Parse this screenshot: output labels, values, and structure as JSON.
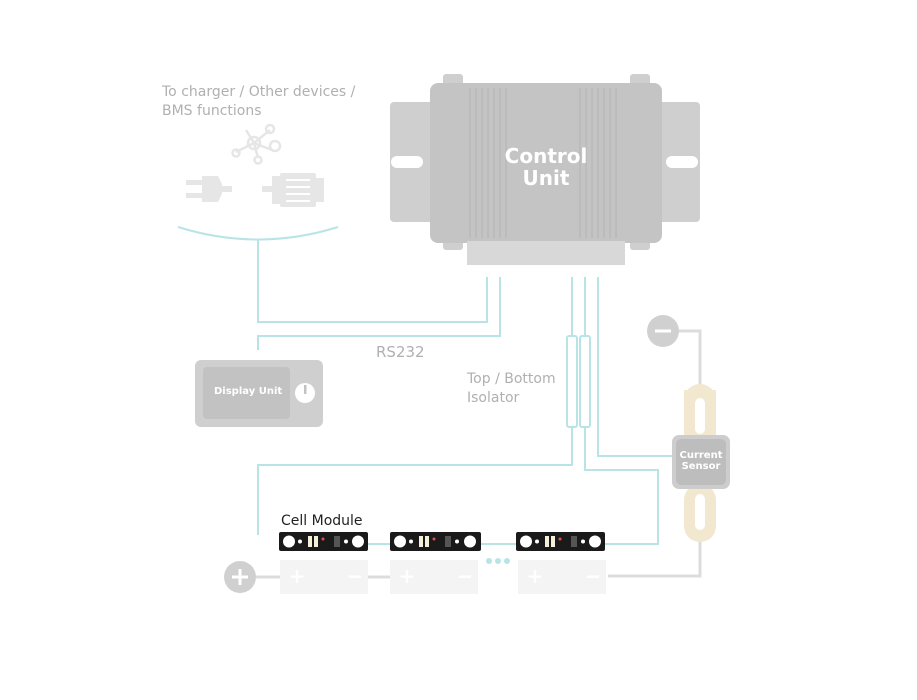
{
  "labels": {
    "charger_line1": "To charger / Other devices /",
    "charger_line2": "BMS functions",
    "control_unit_line1": "Control",
    "control_unit_line2": "Unit",
    "display_unit": "Display Unit",
    "rs232": "RS232",
    "isolator_line1": "Top / Bottom",
    "isolator_line2": "Isolator",
    "current_sensor_line1": "Current",
    "current_sensor_line2": "Sensor",
    "cell_module": "Cell Module",
    "minus_terminal": "−",
    "plus_terminal": "+",
    "cell_plus": "+",
    "cell_minus": "−"
  },
  "icons": [
    "network-icon",
    "plug-icon",
    "motor-icon",
    "knob-icon"
  ],
  "colors": {
    "wire": "#b9e4e6",
    "device": "#cfcfcf",
    "device_dark": "#bdbdbd",
    "sensor_bar": "#f2e8d0",
    "cell_module": "#1a1a1a",
    "label": "#b0b0b0"
  }
}
